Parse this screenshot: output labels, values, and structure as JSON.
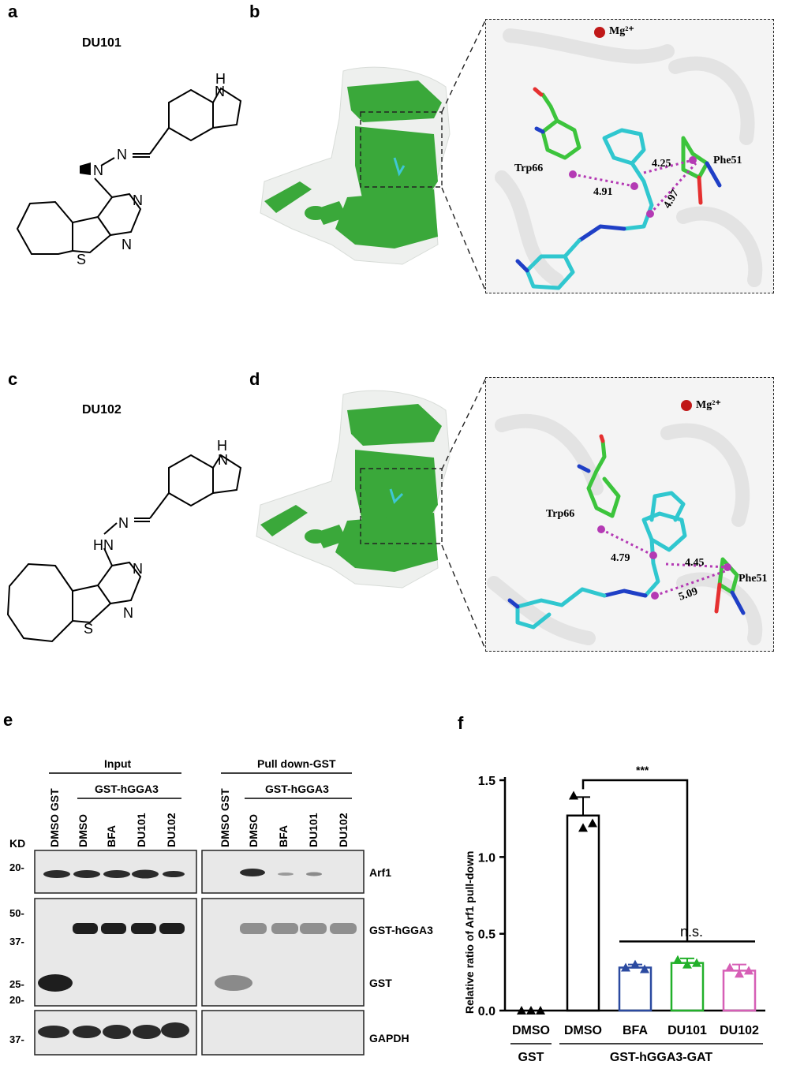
{
  "panels": {
    "a": "a",
    "b": "b",
    "c": "c",
    "d": "d",
    "e": "e",
    "f": "f"
  },
  "compounds": {
    "du101": "DU101",
    "du102": "DU102",
    "atoms": {
      "h": "H",
      "n": "N",
      "s": "S",
      "hn": "HN"
    }
  },
  "zoom_b": {
    "ion": "Mg²⁺",
    "residue1": "Trp66",
    "residue2": "Phe51",
    "distances": [
      "4.91",
      "4.25",
      "4.97"
    ]
  },
  "zoom_d": {
    "ion": "Mg²⁺",
    "residue1": "Trp66",
    "residue2": "Phe51",
    "distances": [
      "4.79",
      "4.45",
      "5.09"
    ]
  },
  "blot": {
    "input_header": "Input",
    "pulldown_header": "Pull down-GST",
    "gst_group": "GST-hGGA3",
    "lanes_left": [
      "DMSO GST",
      "DMSO",
      "BFA",
      "DU101",
      "DU102"
    ],
    "lanes_right": [
      "DMSO GST",
      "DMSO",
      "BFA",
      "DU101",
      "DU102"
    ],
    "kd_label": "KD",
    "markers": [
      "20-",
      "50-",
      "37-",
      "25-",
      "20-",
      "37-"
    ],
    "rows": [
      "Arf1",
      "GST-hGGA3",
      "GST",
      "GAPDH"
    ]
  },
  "chart_data": {
    "type": "bar",
    "categories": [
      "DMSO",
      "DMSO",
      "BFA",
      "DU101",
      "DU102"
    ],
    "group_labels": [
      "GST",
      "GST-hGGA3-GAT"
    ],
    "values": [
      0.0,
      1.27,
      0.28,
      0.31,
      0.26
    ],
    "errors": [
      0.0,
      0.12,
      0.02,
      0.03,
      0.04
    ],
    "points": [
      [
        0.0,
        0.0,
        0.0
      ],
      [
        1.4,
        1.19,
        1.22
      ],
      [
        0.28,
        0.3,
        0.27
      ],
      [
        0.33,
        0.3,
        0.31
      ],
      [
        0.28,
        0.24,
        0.26
      ]
    ],
    "colors": [
      "#000000",
      "#000000",
      "#2b4aa0",
      "#22b02a",
      "#d65fb6"
    ],
    "ylabel": "Relative ratio of Arf1 pull-down",
    "ylim": [
      0,
      1.5
    ],
    "yticks": [
      "0.0",
      "0.5",
      "1.0",
      "1.5"
    ],
    "sig_star": "***",
    "sig_ns": "n.s."
  }
}
